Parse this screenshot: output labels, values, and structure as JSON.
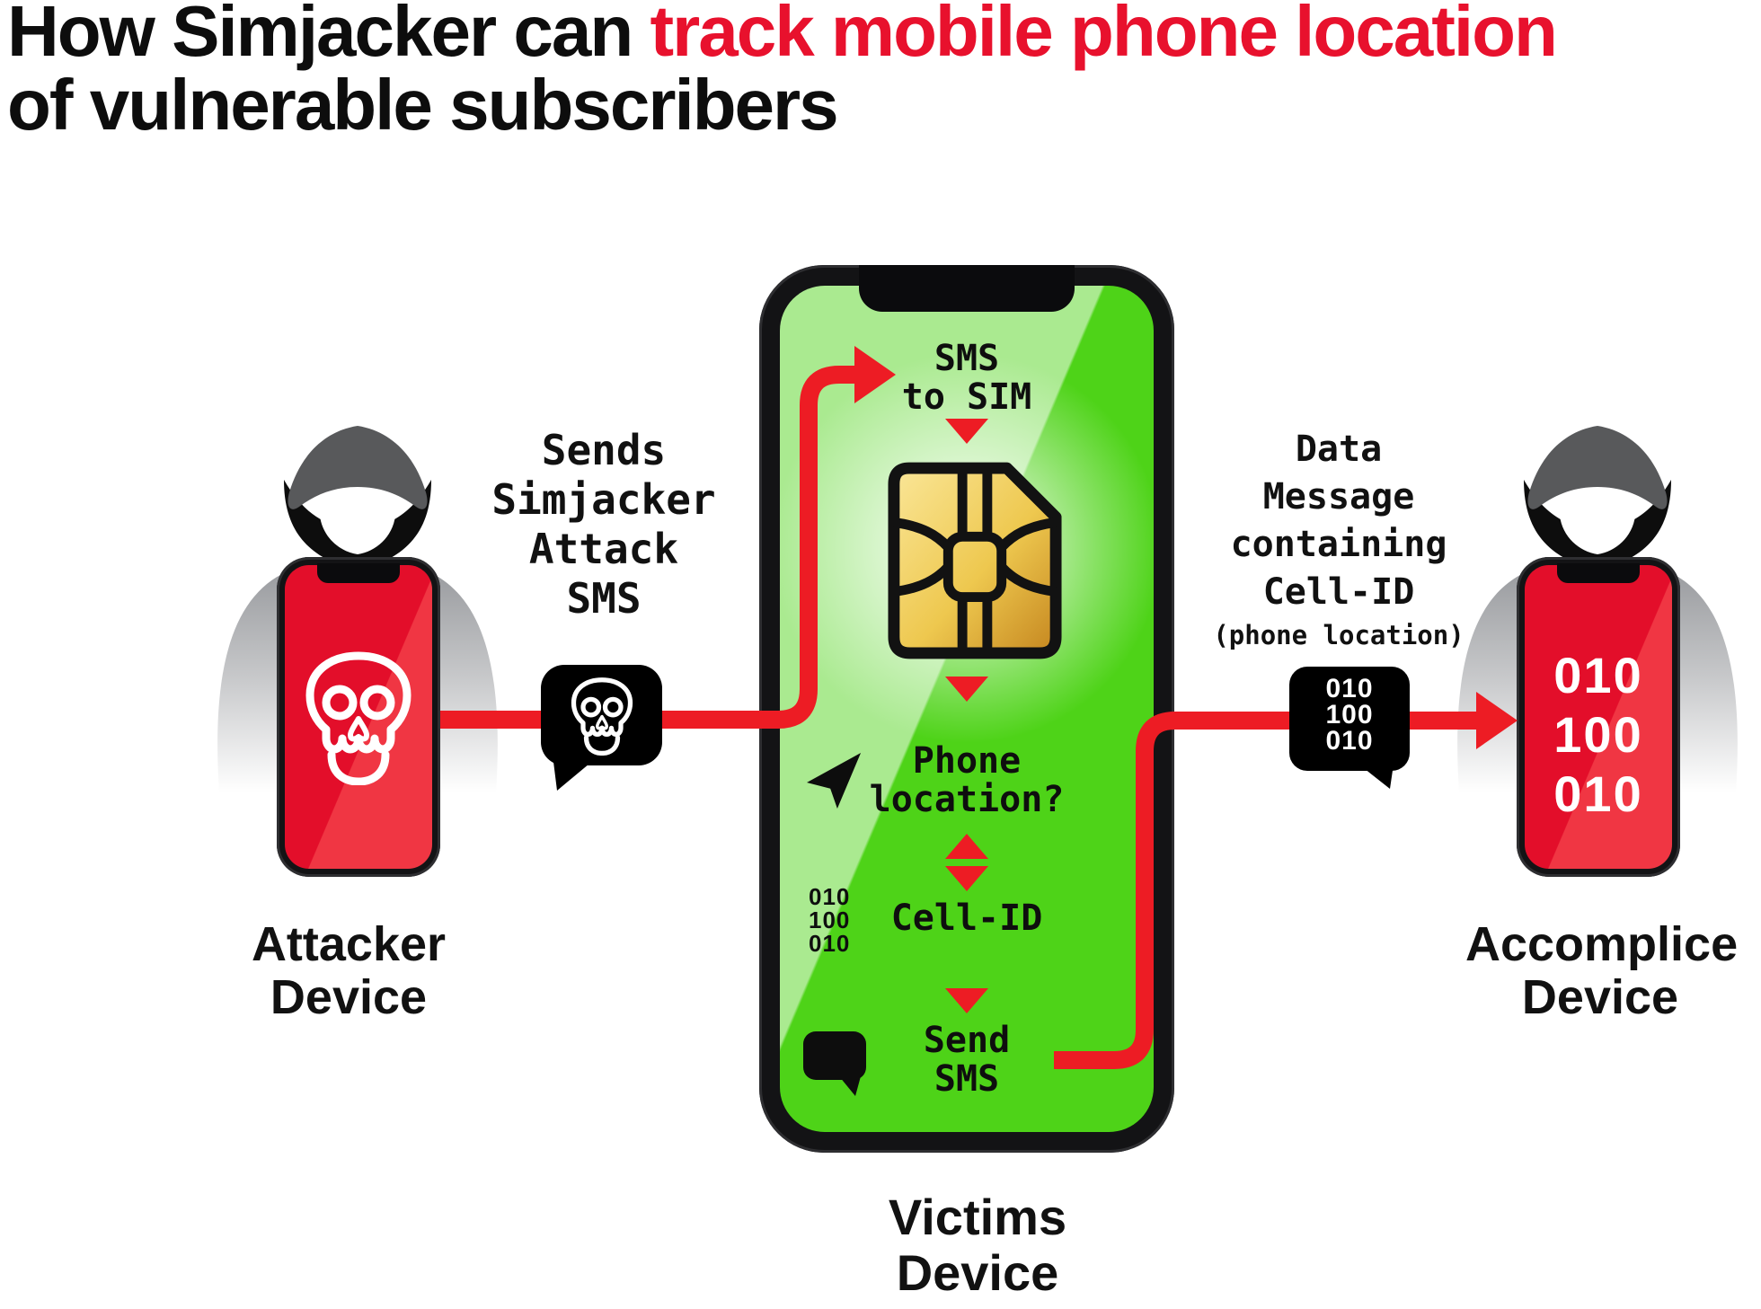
{
  "title": {
    "part1": "How Simjacker can ",
    "part2": "track mobile phone location",
    "line2": "of vulnerable subscribers"
  },
  "colors": {
    "accent_red": "#ed1c24",
    "title_red": "#e8112d",
    "screen_green": "#4ed318",
    "screen_red": "#e30e2a",
    "sim_gold": "#eec84f",
    "hood_gray": "#58595b"
  },
  "icons": {
    "skull": "skull-icon",
    "sim": "sim-card-icon",
    "cursor": "navigation-cursor-icon",
    "message": "message-bubble-icon",
    "hooded_person": "hooded-figure"
  },
  "left_note": {
    "lines": [
      "Sends",
      "Simjacker",
      "Attack",
      "SMS"
    ]
  },
  "right_note": {
    "lines": [
      "Data",
      "Message",
      "containing",
      "Cell-ID"
    ],
    "sub": "(phone location)"
  },
  "attacker": {
    "label_line1": "Attacker",
    "label_line2": "Device"
  },
  "victim": {
    "label_line1": "Victims",
    "label_line2": "Device",
    "steps": {
      "sms_to_sim_1": "SMS",
      "sms_to_sim_2": "to SIM",
      "phone_loc_1": "Phone",
      "phone_loc_2": "location?",
      "cell_id": "Cell-ID",
      "send_sms_1": "Send",
      "send_sms_2": "SMS"
    },
    "binary": [
      "010",
      "100",
      "010"
    ]
  },
  "bubble_message": {
    "binary": [
      "010",
      "100",
      "010"
    ]
  },
  "accomplice": {
    "label_line1": "Accomplice",
    "label_line2": "Device",
    "binary": [
      "010",
      "100",
      "010"
    ]
  }
}
